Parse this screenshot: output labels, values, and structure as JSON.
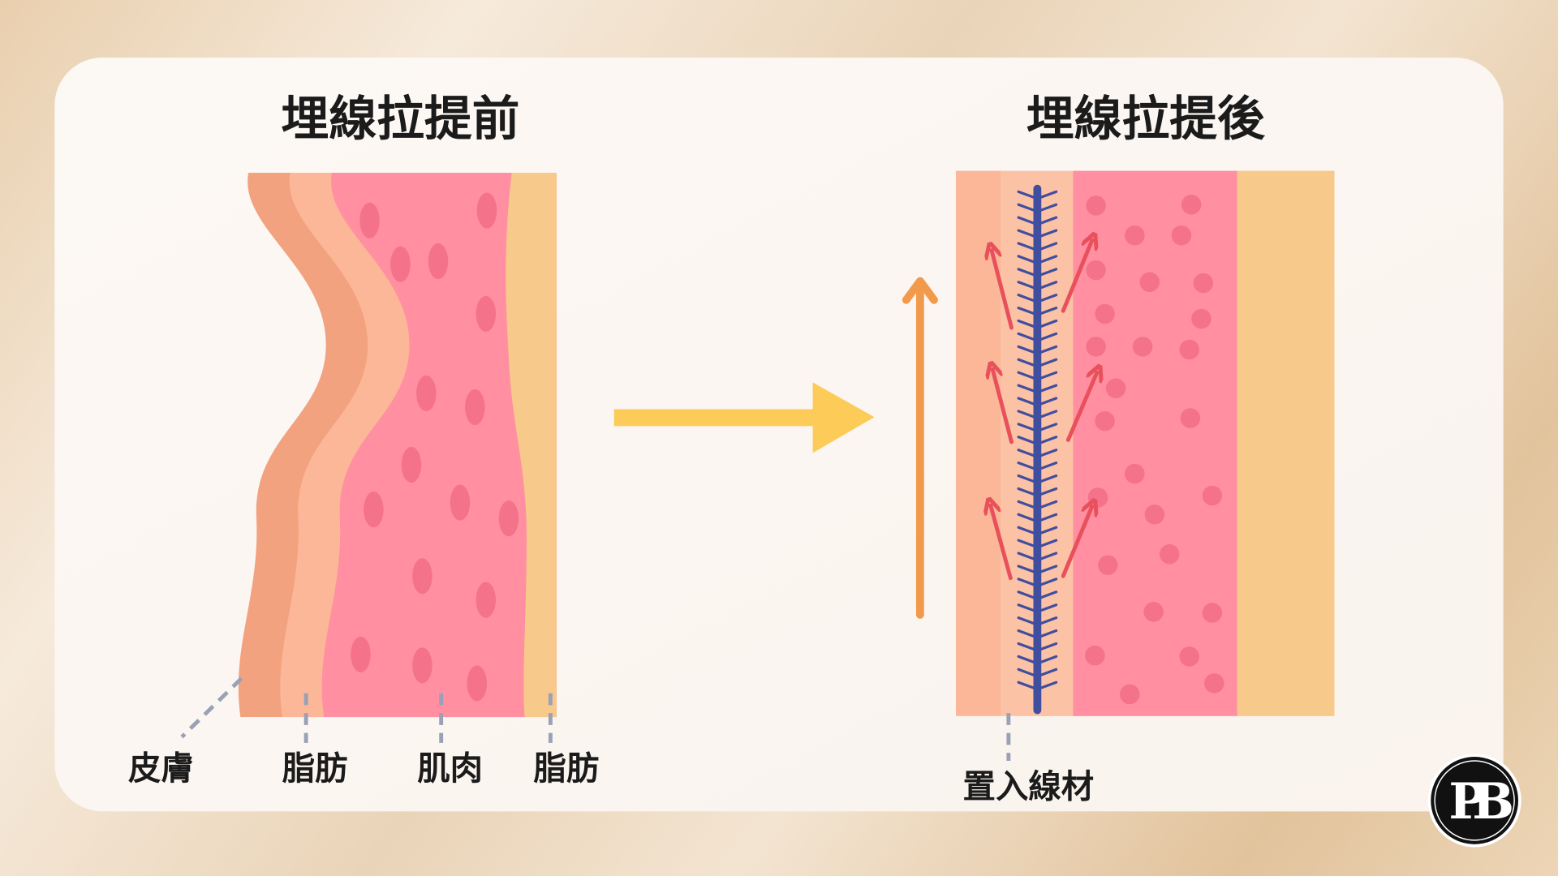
{
  "titles": {
    "before": "埋線拉提前",
    "after": "埋線拉提後"
  },
  "labels": {
    "skin": "皮膚",
    "fat_outer": "脂肪",
    "muscle": "肌肉",
    "fat_inner": "脂肪",
    "thread": "置入線材"
  },
  "logo": {
    "text": "PB"
  },
  "colors": {
    "card": "#fbf7f3",
    "skin": "#f2a27f",
    "fat_outer": "#fbb797",
    "fat_outer_light": "#fcc2a5",
    "muscle": "#ff8fa1",
    "muscle_dot": "#f4728a",
    "fat_inner": "#f7c98a",
    "arrow_main": "#fdcb57",
    "arrow_lift": "#f29a4c",
    "arrow_tension": "#e8505b",
    "thread": "#3f4e9e",
    "leader_line": "#9aa1b6",
    "logo_bg": "#111111"
  }
}
